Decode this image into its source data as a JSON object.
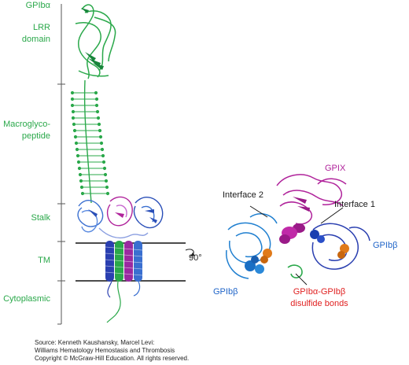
{
  "left_panel": {
    "domain_labels": {
      "gpib_alpha": "GPIbα",
      "lrr_domain_line1": "LRR",
      "lrr_domain_line2": "domain",
      "macroglyco_line1": "Macroglyco-",
      "macroglyco_line2": "peptide",
      "stalk": "Stalk",
      "tm": "TM",
      "cytoplasmic": "Cytoplasmic"
    }
  },
  "rotation": {
    "angle": "90°"
  },
  "right_panel": {
    "labels": {
      "gpix": "GPIX",
      "interface_2": "Interface 2",
      "interface_1": "Interface 1",
      "gpib_beta_left": "GPIbβ",
      "gpib_beta_right": "GPIbβ",
      "disulfide_line1": "GPIbα-GPIbβ",
      "disulfide_line2": "disulfide bonds"
    }
  },
  "source": {
    "line1": "Source: Kenneth Kaushansky, Marcel Levi:",
    "line2": "Williams Hematology Hemostasis and Thrombosis",
    "line3": "Copyright © McGraw-Hill Education. All rights reserved."
  },
  "colors": {
    "domain_green": "#2aa84a",
    "gpix_magenta": "#b0239b",
    "gpib_blue": "#1f64c8",
    "disulfide_red": "#e02020",
    "orange_sphere": "#e07a1a"
  }
}
